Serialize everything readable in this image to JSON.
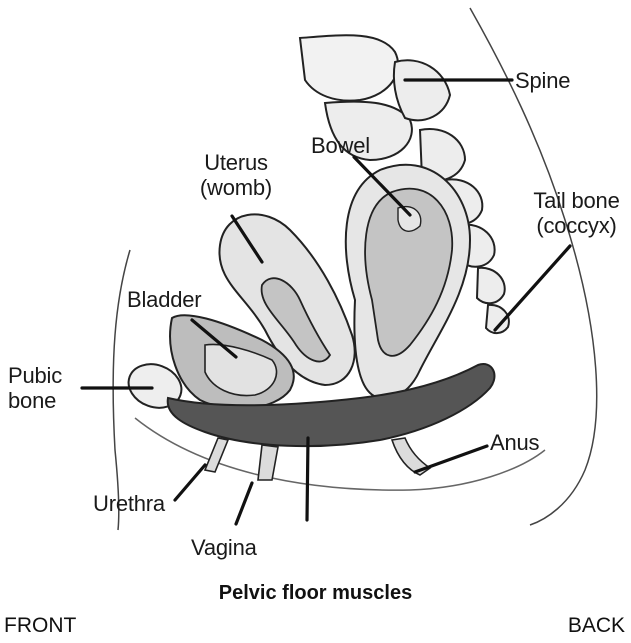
{
  "labels": {
    "spine": "Spine",
    "bowel": "Bowel",
    "uterus_line1": "Uterus",
    "uterus_line2": "(womb)",
    "tailbone_line1": "Tail bone",
    "tailbone_line2": "(coccyx)",
    "bladder": "Bladder",
    "pubic_line1": "Pubic",
    "pubic_line2": "bone",
    "anus": "Anus",
    "urethra": "Urethra",
    "vagina": "Vagina"
  },
  "caption": "Pelvic floor muscles",
  "orientation": {
    "front": "FRONT",
    "back": "BACK"
  },
  "colors": {
    "muscle": "#555555",
    "organ_fill": "#c4c4c4",
    "organ_light": "#e4e4e4",
    "outline": "#222222"
  }
}
